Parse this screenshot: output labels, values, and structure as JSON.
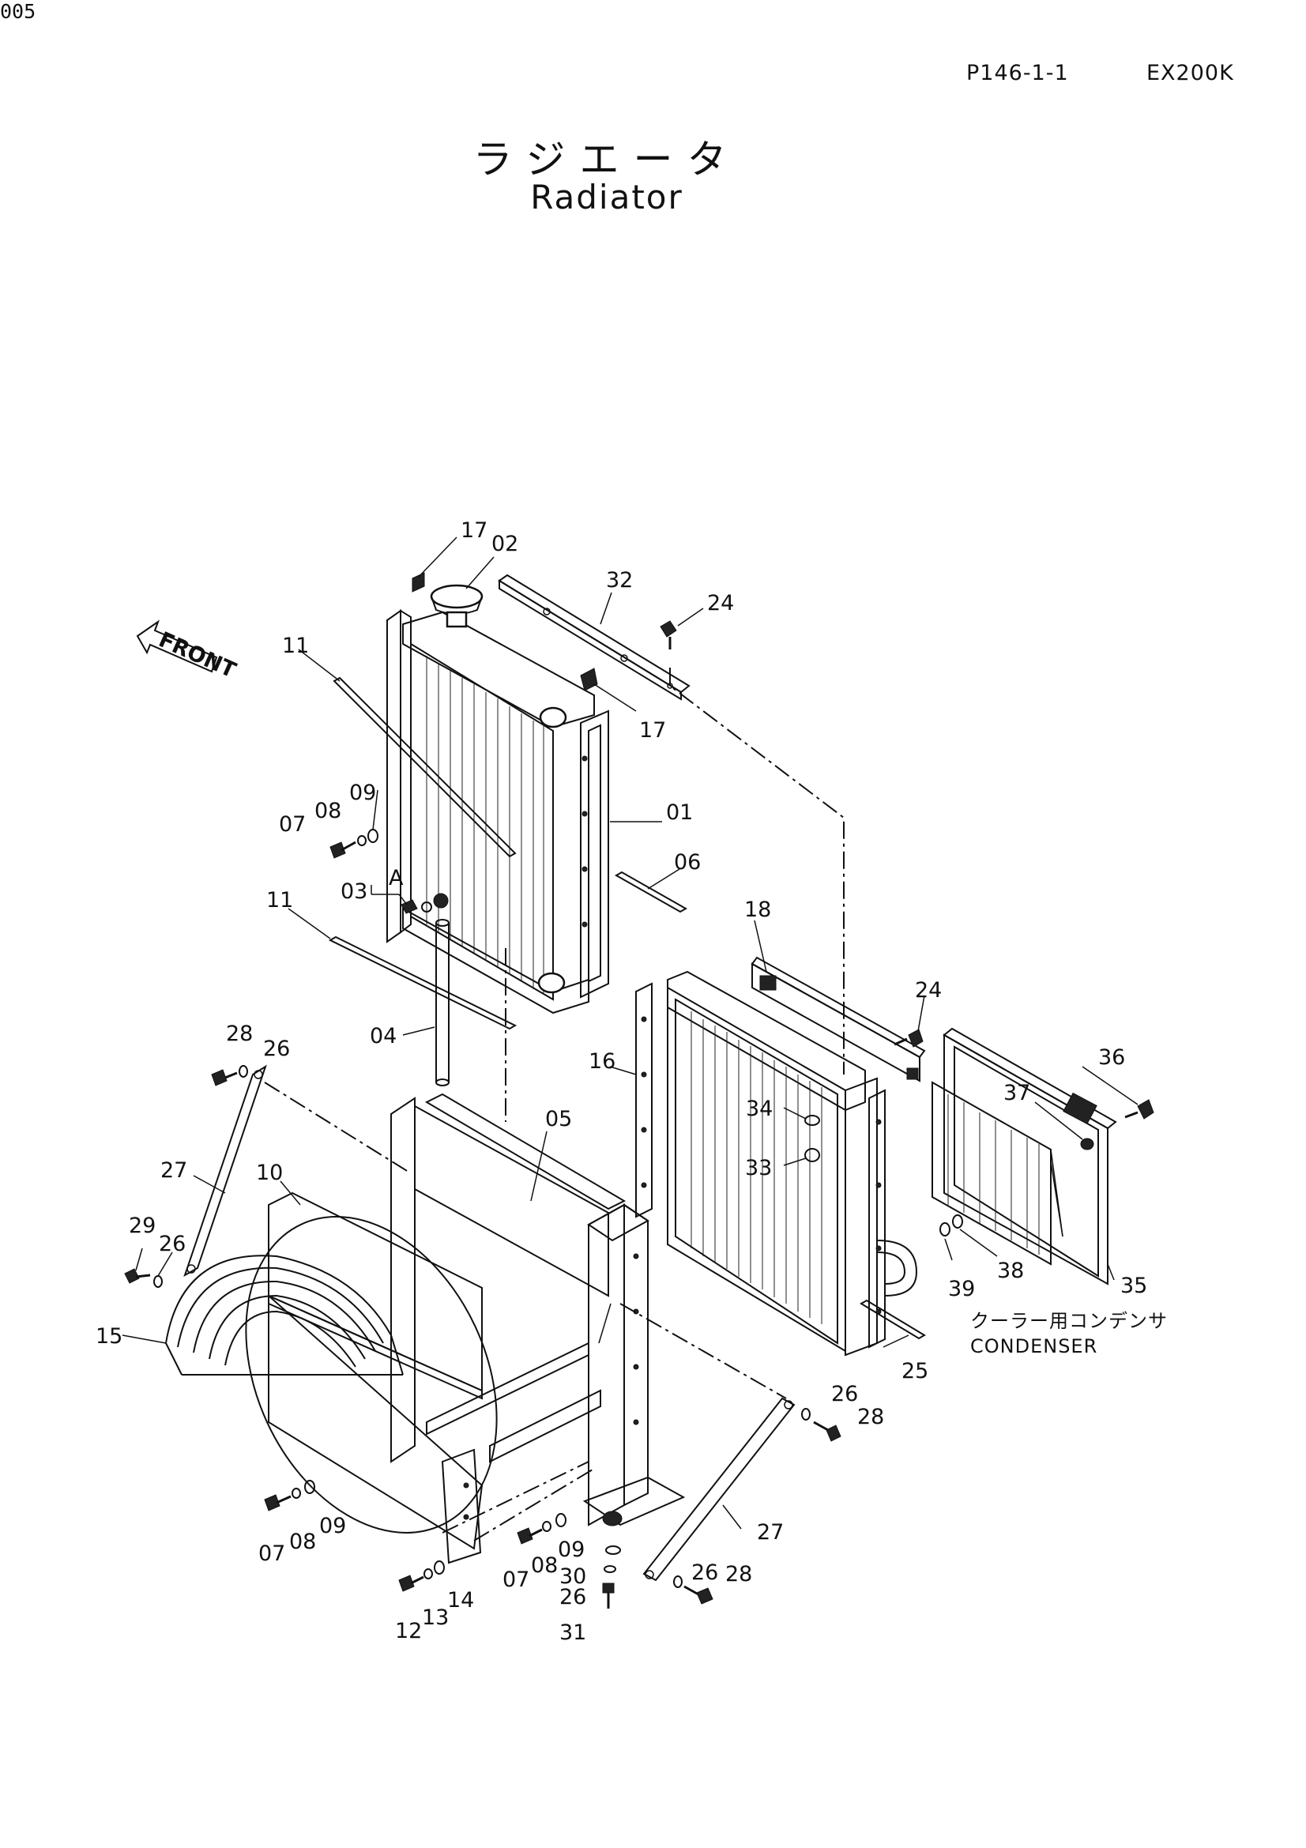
{
  "header": {
    "page_code": "P146-1-1",
    "model": "EX200K",
    "sheet_number": "005"
  },
  "title": {
    "japanese": "ラジエータ",
    "english": "Radiator"
  },
  "front_marker": "FRONT",
  "detail_marker": "A",
  "condenser_note": {
    "japanese": "クーラー用コンデンサ",
    "english": "CONDENSER"
  },
  "callouts": {
    "c17a": "17",
    "c02": "02",
    "c32": "32",
    "c24a": "24",
    "c11a": "11",
    "c17b": "17",
    "c09a": "09",
    "c08a": "08",
    "c07a": "07",
    "c01": "01",
    "c06": "06",
    "c03": "03",
    "c11b": "11",
    "c18": "18",
    "c24b": "24",
    "c04": "04",
    "c28a": "28",
    "c26a": "26",
    "c16": "16",
    "c36": "36",
    "c05": "05",
    "c37": "37",
    "c34": "34",
    "c33": "33",
    "c27a": "27",
    "c10": "10",
    "c29": "29",
    "c26b": "26",
    "c39": "39",
    "c38": "38",
    "c35": "35",
    "c15": "15",
    "c25": "25",
    "c26c": "26",
    "c28b": "28",
    "c07b": "07",
    "c08b": "08",
    "c09b": "09",
    "c27b": "27",
    "c07c": "07",
    "c08c": "08",
    "c09c": "09",
    "c30": "30",
    "c26d": "26",
    "c28c": "28",
    "c26e": "26",
    "c12": "12",
    "c13": "13",
    "c14": "14",
    "c31": "31"
  }
}
